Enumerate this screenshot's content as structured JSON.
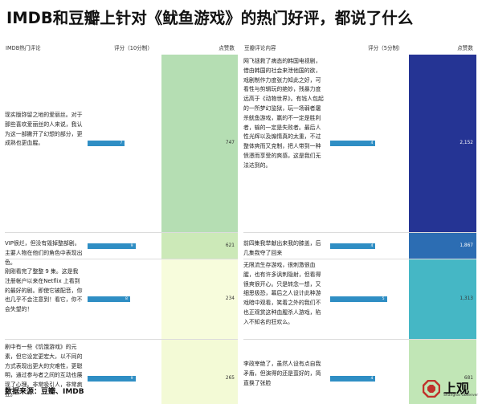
{
  "title": "IMDB和豆瓣上针对《鱿鱼游戏》的热门好评，都说了什么",
  "left": {
    "headers": [
      "IMDB热门评论",
      "评分（10分制）",
      "点赞数"
    ],
    "rows": [
      {
        "text": "现实版弥留之地的爱丽丝。对于那些喜欢爱丽丝的人来说，我认为这一部撇开了幻想的部分，更成熟也更血腥。",
        "score": 7,
        "score_label": "7",
        "likes": 747,
        "likes_label": "747",
        "cell_color": "#b5deb3"
      },
      {
        "text": "VIP很烂，但没有毁掉整部剧。主要人物在他们的角色中表现出色。",
        "score": 9,
        "score_label": "9",
        "likes": 621,
        "likes_label": "621",
        "cell_color": "#cce9b8"
      },
      {
        "text": "刚刚看完了整整 9 集。这是我注册帐户以来在Netflix 上看到的最好的剧。即使它被配音，你也几乎不会注意到！看它，你不会失望的！",
        "score": 8,
        "score_label": "8",
        "likes": 234,
        "likes_label": "234",
        "cell_color": "#f7fcdc"
      },
      {
        "text": "剧中有一些《饥饿游戏》的元素，但它设定更宏大，以不同的方式表现出更大的灾难性，更聪明，通过参与者之间的互动也展现了心理。非常吸引人，非常疯狂。",
        "score": 9,
        "score_label": "9",
        "likes": 265,
        "likes_label": "265",
        "cell_color": "#f3fad6"
      }
    ]
  },
  "right": {
    "headers": [
      "豆瓣评论内容",
      "评分（5分制）",
      "点赞数"
    ],
    "rows": [
      {
        "text": "网飞拯救了病态的韩国电视剧，借由韩国的社会来泄他国的欲，戏剧制作力度张力知此之好，可看性与剪辑玩的绝妙，残暴力度远高于《动物世界》。有钱人包起的一所梦幻监狱，玩一场弱者屠杀鱿鱼游戏，赢的不一定是胜利者，输的一定是失败者。最后人性光辉以及煽情真的太重，不过整体爽而又克制，把人带到一种愤懑而享受的爽感，这是我们无法达到的。",
        "score": 4,
        "score_label": "4",
        "likes": 2152,
        "likes_label": "2,152",
        "cell_color": "#253494"
      },
      {
        "text": "前四集我举献出来我的膝盖，后几集我夺了回来",
        "score": 4,
        "score_label": "4",
        "likes": 1867,
        "likes_label": "1,867",
        "cell_color": "#2c6db3"
      },
      {
        "text": "无限流生存游戏，很刺激很血腥，也有许多讽刺隐射，但看得很爽很开心。只是转念一想，又细思极恐，幕后之人设计此种游戏暗中观看，笑着之外的我们不也正观赏这种血腥杀人游戏，陷入不知名的狂欢么。",
        "score": 5,
        "score_label": "5",
        "likes": 1313,
        "likes_label": "1,313",
        "cell_color": "#45b7c5"
      },
      {
        "text": "李政宰绝了，虽然人设有点自我矛盾，但演得的还是蛮好的，简直换了张脸",
        "score": 4,
        "score_label": "4",
        "likes": 681,
        "likes_label": "681",
        "cell_color": "#c1e6b6"
      }
    ]
  },
  "source": "数据来源：豆瓣、IMDB",
  "logo": {
    "name": "上观",
    "subtitle": "Shanghai Observer"
  },
  "colors": {
    "bar": "#2f8ec4",
    "logo_red": "#c0322b"
  }
}
